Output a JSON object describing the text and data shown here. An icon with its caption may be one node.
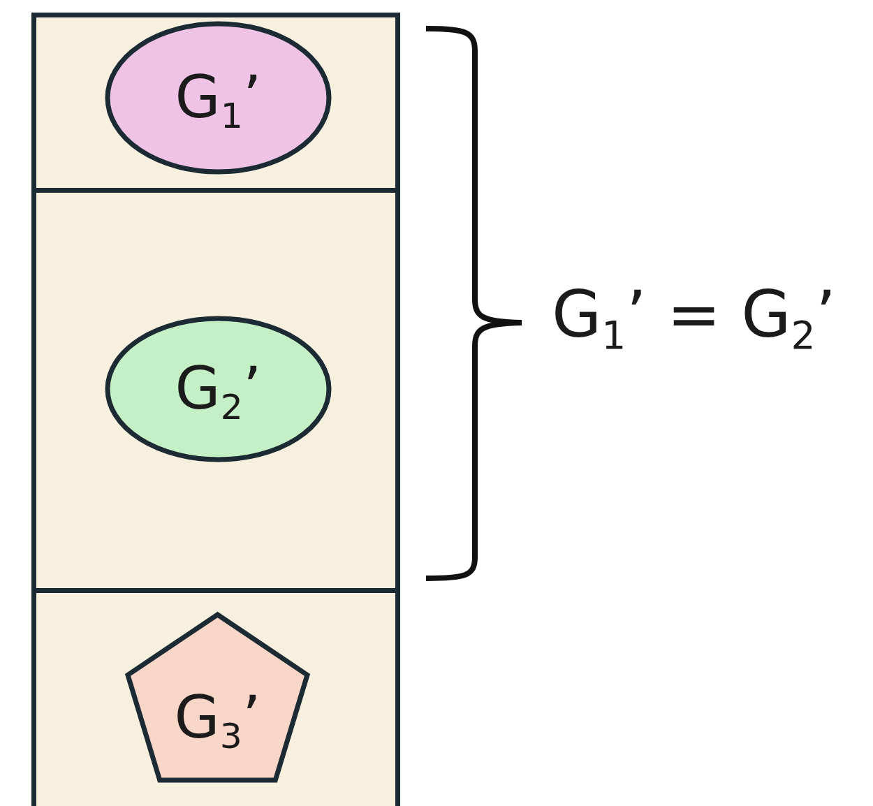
{
  "diagram": {
    "nodes": [
      {
        "text": [],
        "shape": "box"
      },
      {
        "text": [
          "G$_{1}$’"
        ],
        "in": 0
      },
      {
        "text": [],
        "shape": "box"
      },
      {
        "text": [
          "G$_{2}$’"
        ],
        "in": 2
      },
      {
        "text": [],
        "shape": "box"
      },
      {
        "text": [
          "G$_{3}$’"
        ],
        "in": 4
      }
    ],
    "edges": [],
    "labels": [
      "G$_{1}$’ = G$_{2}$’"
    ]
  }
}
